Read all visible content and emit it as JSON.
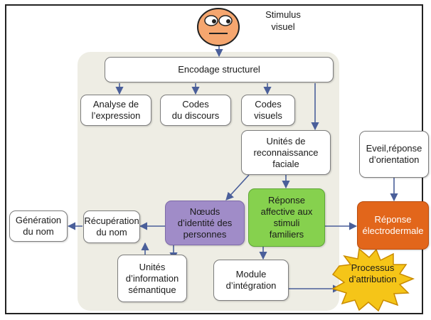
{
  "stimulus": {
    "label": "Stimulus\nvisuel",
    "icon": "face-icon"
  },
  "nodes": {
    "encodage": "Encodage structurel",
    "analyse": "Analyse de\nl’expression",
    "codes_discours": "Codes\ndu discours",
    "codes_visuels": "Codes\nvisuels",
    "unites_reconnaissance": "Unités de\nreconnaissance\nfaciale",
    "eveil": "Eveil,réponse\nd’orientation",
    "generation": "Génération\ndu nom",
    "recuperation": "Récupération\ndu nom",
    "noeuds": "Nœuds\nd’identité des\npersonnes",
    "reponse_affective": "Réponse\naffective aux\nstimuli\nfamiliers",
    "reponse_electrodermale": "Réponse\nélectrodermale",
    "unites_semantique": "Unités\nd’information\nsémantique",
    "module": "Module\nd’intégration",
    "processus": "Processus\nd’attribution"
  },
  "colors": {
    "panel": "#eeede4",
    "purple_node": "#a08cc8",
    "green_node": "#86d14e",
    "orange_node": "#e2661b",
    "burst": "#f5c518",
    "face": "#f5a66f",
    "arrow": "#4a5f9a"
  }
}
